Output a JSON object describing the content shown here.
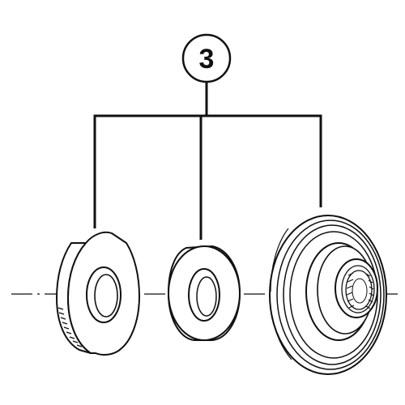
{
  "diagram": {
    "callout": {
      "label": "3"
    },
    "parts": [
      {
        "id": "locknut"
      },
      {
        "id": "washer"
      },
      {
        "id": "cone-assembly"
      }
    ],
    "colors": {
      "ink": "#111111",
      "fill": "#ffffff"
    }
  }
}
